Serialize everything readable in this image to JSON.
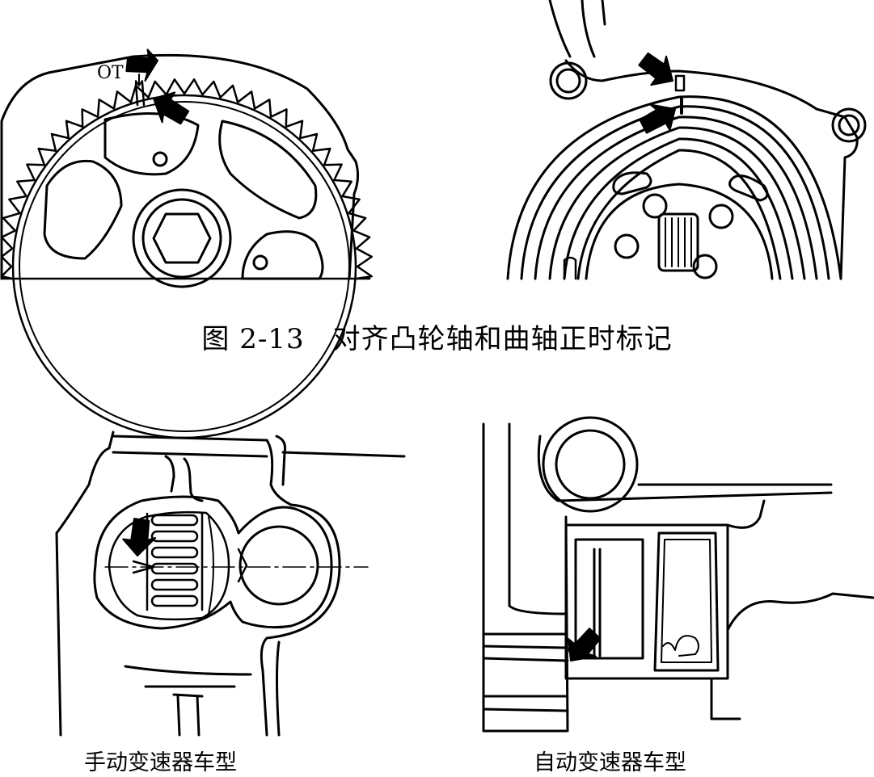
{
  "labels": {
    "ot": "OT",
    "figure_caption": "图 2-13　对齐凸轮轴和曲轴正时标记",
    "manual_caption": "手动变速器车型",
    "auto_caption": "自动变速器车型"
  },
  "colors": {
    "ink": "#000000",
    "paper": "#ffffff"
  },
  "icons": [
    "alignment-arrow-icon"
  ]
}
